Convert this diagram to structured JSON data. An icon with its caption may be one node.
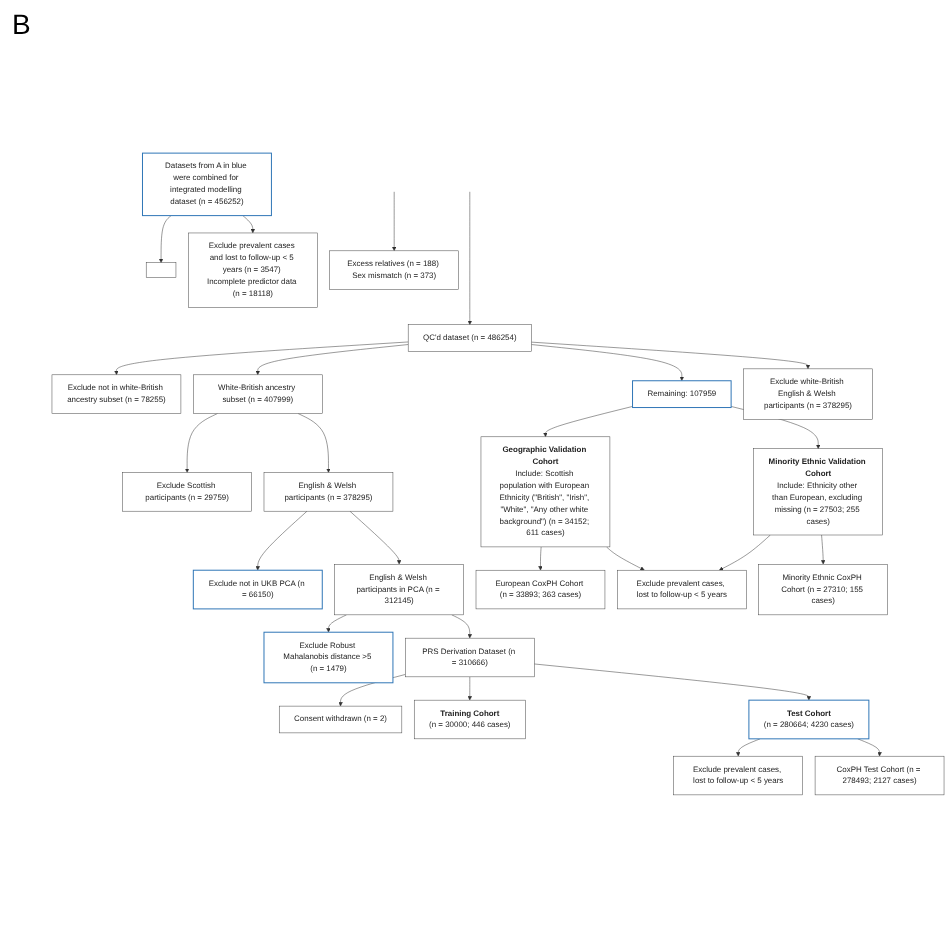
{
  "diagram": {
    "nodes": [
      {
        "text": [
          "Excess relatives (n = 188) Sex mismatch (n = 373)"
        ]
      },
      {
        "text": [
          "QC'd dataset (n = 486254)"
        ]
      },
      {
        "text": [
          "Exclude not in white-British ancestry subset (n = 78255)"
        ]
      },
      {
        "text": [
          "Exclude white-British English & Welsh participants (n = 378295)"
        ]
      },
      {
        "text": [
          "White-British ancestry subset (n = 407999)"
        ]
      },
      {
        "text": [
          "Remaining: 107959"
        ]
      },
      {
        "text": [
          "Exclude Scottish participants (n = 29759)"
        ]
      },
      {
        "text": [
          "English & Welsh participants (n = 378295)"
        ]
      },
      {
        "text": [
          "Geographic Validation Cohort",
          "Include: Scottish population with European Ethnicity (\"British\", \"Irish\", \"White\", \"Any other white background\") (n = 34152; 611 cases)"
        ]
      },
      {
        "text": [
          "Minority Ethnic Validation Cohort",
          "Include: Ethnicity other than European, excluding missing (n = 27503; 255 cases)"
        ]
      },
      {
        "text": [
          "Exclude not in UKB PCA (n = 66150)"
        ]
      },
      {
        "text": [
          "English & Welsh participants in PCA (n = 312145)"
        ]
      },
      {
        "text": [
          "Exclude Robust Mahalanobis distance >5 (n = 1479)"
        ]
      },
      {
        "text": [
          "PRS Derivation Dataset (n = 310666)"
        ]
      },
      {
        "text": [
          "Exclude prevalent cases, lost to follow-up < 5 years"
        ]
      },
      {
        "text": [
          "European CoxPH Cohort (n = 33893; 363 cases)"
        ]
      },
      {
        "text": [
          "Minority Ethnic CoxPH Cohort (n = 27310; 155 cases)"
        ]
      },
      {
        "text": [
          "Consent withdrawn (n = 2)"
        ]
      },
      {
        "text": [
          "Training Cohort",
          "(n = 30000; 446 cases)"
        ]
      },
      {
        "text": [
          "Test Cohort",
          "(n = 280664; 4230 cases)"
        ]
      },
      {
        "text": [
          "Exclude prevalent cases, lost to follow-up < 5 years"
        ]
      },
      {
        "text": [
          "CoxPH Test Cohort (n = 278493; 2127 cases)"
        ]
      },
      {
        "text": [
          "Datasets from A in blue were combined for integrated modelling dataset (n = 456252)"
        ]
      },
      {
        "text": [
          "Exclude prevalent cases and lost to follow-up < 5 years (n = 3547) Incomplete predictor data (n = 18118)"
        ]
      },
      {
        "text": [],
        "shape": "box"
      }
    ],
    "edges": [
      {
        "from": null,
        "to": 1,
        "arrow": "to"
      },
      {
        "from": null,
        "to": 0,
        "arrow": "to"
      },
      {
        "from": 1,
        "to": 2,
        "arrow": "to"
      },
      {
        "from": 1,
        "to": 3,
        "arrow": "to"
      },
      {
        "from": 1,
        "to": 4,
        "arrow": "to"
      },
      {
        "from": 1,
        "to": 5,
        "arrow": "to"
      },
      {
        "from": 4,
        "to": 6,
        "arrow": "to"
      },
      {
        "from": 4,
        "to": 7,
        "arrow": "to"
      },
      {
        "from": 7,
        "to": 10,
        "arrow": "to"
      },
      {
        "from": 7,
        "to": 11,
        "arrow": "to"
      },
      {
        "from": 11,
        "to": 12,
        "arrow": "to"
      },
      {
        "from": 11,
        "to": 13,
        "arrow": "to"
      },
      {
        "from": 5,
        "to": 8,
        "arrow": "to"
      },
      {
        "from": 5,
        "to": 9,
        "arrow": "to"
      },
      {
        "from": 8,
        "to": 14,
        "arrow": "to"
      },
      {
        "from": 9,
        "to": 14,
        "arrow": "to"
      },
      {
        "from": 8,
        "to": 15,
        "arrow": "to"
      },
      {
        "from": 9,
        "to": 16,
        "arrow": "to"
      },
      {
        "from": 13,
        "to": 17,
        "arrow": "to"
      },
      {
        "from": 13,
        "to": 18,
        "arrow": "to"
      },
      {
        "from": 13,
        "to": 19,
        "arrow": "to"
      },
      {
        "from": 19,
        "to": 20,
        "arrow": "to"
      },
      {
        "from": 19,
        "to": 21,
        "arrow": "to"
      },
      {
        "from": 22,
        "to": 23,
        "arrow": "to"
      },
      {
        "from": 22,
        "to": 24,
        "arrow": "to"
      }
    ],
    "labels": [
      "B"
    ]
  }
}
